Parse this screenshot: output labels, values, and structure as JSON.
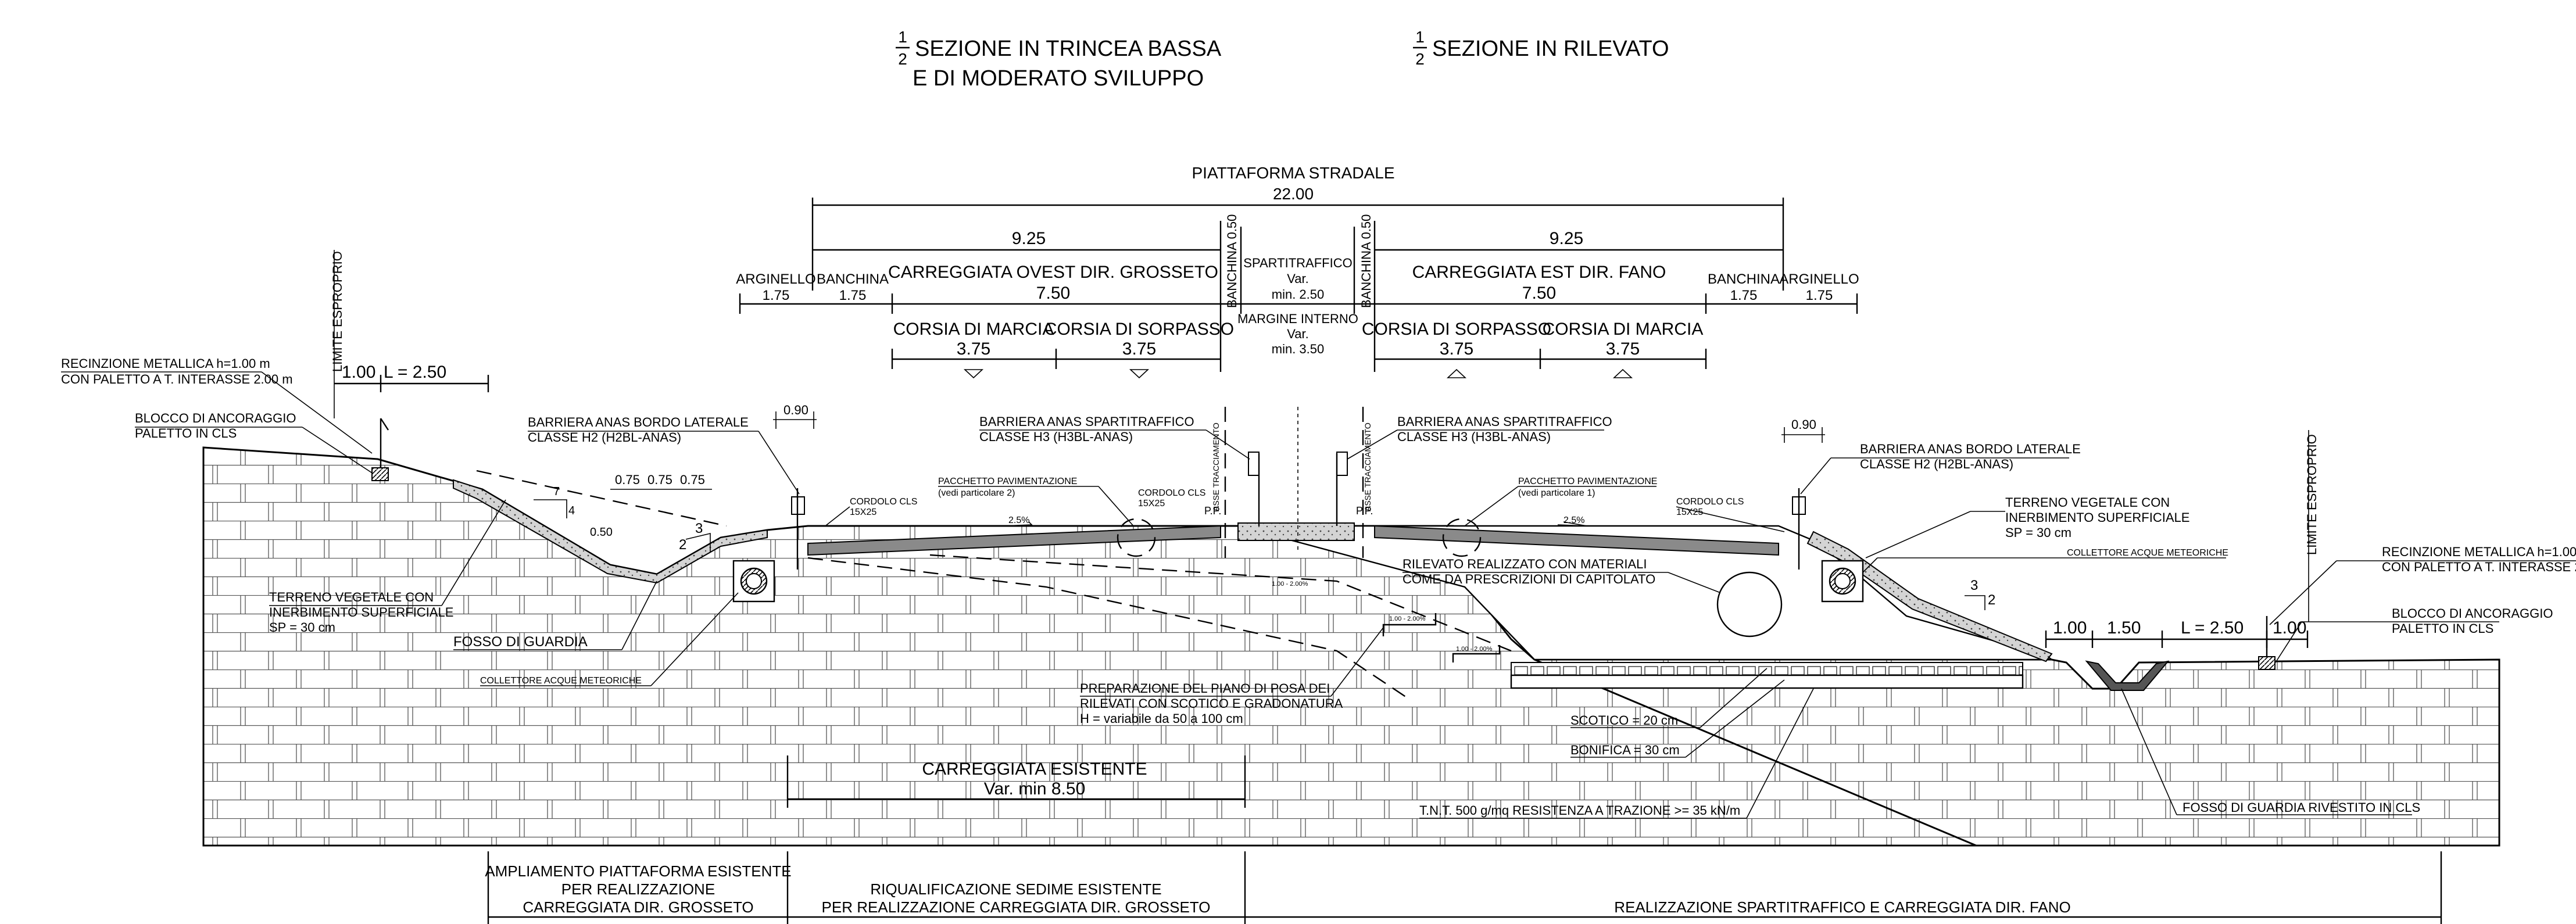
{
  "titles": {
    "frac_num": "1",
    "frac_den": "2",
    "left_line1": "SEZIONE IN TRINCEA BASSA",
    "left_line2": "E DI MODERATO SVILUPPO",
    "right": "SEZIONE IN RILEVATO"
  },
  "dimensions": {
    "platform_label": "PIATTAFORMA STRADALE",
    "platform_value": "22.00",
    "half_left": "9.25",
    "half_right": "9.25",
    "arginello_left": {
      "label": "ARGINELLO",
      "value": "1.75"
    },
    "banchina_left": {
      "label": "BANCHINA",
      "value": "1.75"
    },
    "carreggiata_ovest": {
      "label": "CARREGGIATA OVEST DIR. GROSSETO",
      "value": "7.50"
    },
    "banchina_center_left": "BANCHINA 0.50",
    "spartitraffico": {
      "label": "SPARTITRAFFICO",
      "var": "Var.",
      "min": "min. 2.50"
    },
    "banchina_center_right": "BANCHINA 0.50",
    "carreggiata_est": {
      "label": "CARREGGIATA EST DIR. FANO",
      "value": "7.50"
    },
    "banchina_right": {
      "label": "BANCHINA",
      "value": "1.75"
    },
    "arginello_right": {
      "label": "ARGINELLO",
      "value": "1.75"
    },
    "margine_interno": {
      "label": "MARGINE INTERNO",
      "var": "Var.",
      "min": "min. 3.50"
    },
    "lanes_left": [
      {
        "label": "CORSIA DI MARCIA",
        "value": "3.75"
      },
      {
        "label": "CORSIA DI SORPASSO",
        "value": "3.75"
      }
    ],
    "lanes_right": [
      {
        "label": "CORSIA DI SORPASSO",
        "value": "3.75"
      },
      {
        "label": "CORSIA DI MARCIA",
        "value": "3.75"
      }
    ]
  },
  "annotations": {
    "limite_esproprio": "LIMITE ESPROPRIO",
    "recinzione_l1": "RECINZIONE METALLICA h=1.00 m",
    "recinzione_l2": "CON PALETTO A T. INTERASSE 2.00 m",
    "dim_100": "1.00",
    "dim_l250": "L = 2.50",
    "blocco_l1": "BLOCCO DI ANCORAGGIO",
    "blocco_l2": "PALETTO IN CLS",
    "barriera_lat_l1": "BARRIERA ANAS BORDO LATERALE",
    "barriera_lat_l2": "CLASSE H2 (H2BL-ANAS)",
    "dim_090": "0.90",
    "barriera_spart_l1": "BARRIERA ANAS SPARTITRAFFICO",
    "barriera_spart_l2": "CLASSE H3 (H3BL-ANAS)",
    "pacchetto_l1": "PACCHETTO PAVIMENTAZIONE",
    "pacchetto_left_l2": "(vedi particolare 2)",
    "pacchetto_right_l2": "(vedi particolare 1)",
    "cordolo_l1": "CORDOLO CLS",
    "cordolo_l2": "15X25",
    "slope_25": "2.5%",
    "asse_tracciamento": "ASSE TRACCIAMENTO",
    "pp": "P.P.",
    "dim_075": "0.75",
    "dim_050": "0.50",
    "slope_3": "3",
    "slope_2": "2",
    "slope_7": "7",
    "slope_4": "4",
    "terreno_left_l1": "TERRENO VEGETALE CON",
    "terreno_left_l2": "INERBIMENTO SUPERFICIALE",
    "terreno_left_l3": "SP = 30 cm",
    "fosso_guardia": "FOSSO DI GUARDIA",
    "collettore": "COLLETTORE ACQUE METEORICHE",
    "rilevato_l1": "RILEVATO REALIZZATO CON MATERIALI",
    "rilevato_l2": "COME DA PRESCRIZIONI DI CAPITOLATO",
    "terreno_right_l1": "TERRENO VEGETALE CON",
    "terreno_right_l2": "INERBIMENTO SUPERFICIALE",
    "terreno_right_l3": "SP = 30 cm",
    "preparazione_l1": "PREPARAZIONE DEL PIANO DI POSA DEI",
    "preparazione_l2": "RILEVATI CON SCOTICO E GRADONATURA",
    "preparazione_l3": "H = variabile da 50 a 100 cm",
    "step_label": "1.00 - 2.00%",
    "scotico": "SCOTICO = 20 cm",
    "bonifica": "BONIFICA = 30 cm",
    "tnt": "T.N.T. 500 g/mq RESISTENZA A TRAZIONE >= 35 kN/m",
    "dim_right_100": "1.00",
    "dim_right_150": "1.50",
    "dim_right_l250": "L = 2.50",
    "dim_right_100b": "1.00",
    "fosso_rivestito": "FOSSO DI GUARDIA RIVESTITO IN CLS",
    "carreggiata_esistente": "CARREGGIATA ESISTENTE",
    "carreggiata_esistente_var": "Var. min 8.50"
  },
  "bottom": {
    "amp_l1": "AMPLIAMENTO PIATTAFORMA ESISTENTE",
    "amp_l2": "PER REALIZZAZIONE",
    "amp_l3": "CARREGGIATA DIR. GROSSETO",
    "riq_l1": "RIQUALIFICAZIONE SEDIME ESISTENTE",
    "riq_l2": "PER REALIZZAZIONE CARREGGIATA DIR. GROSSETO",
    "real": "REALIZZAZIONE SPARTITRAFFICO E CARREGGIATA DIR. FANO"
  }
}
